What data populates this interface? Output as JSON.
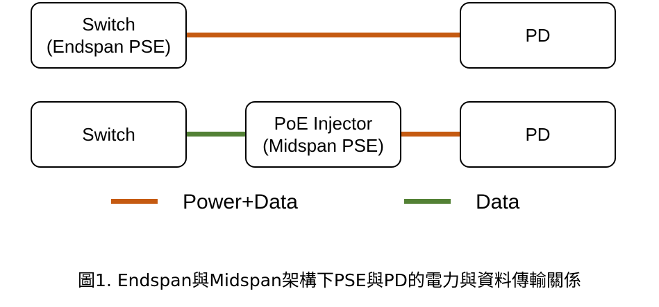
{
  "row1": {
    "left_box": {
      "line1": "Switch",
      "line2": "(Endspan PSE)"
    },
    "right_box": {
      "label": "PD"
    }
  },
  "row2": {
    "left_box": {
      "label": "Switch"
    },
    "middle_box": {
      "line1": "PoE Injector",
      "line2": "(Midspan PSE)"
    },
    "right_box": {
      "label": "PD"
    }
  },
  "legend": {
    "power_data": {
      "label": "Power+Data",
      "color": "#c55a11"
    },
    "data": {
      "label": "Data",
      "color": "#538135"
    }
  },
  "caption": "圖1. Endspan與Midspan架構下PSE與PD的電力與資料傳輸關係"
}
